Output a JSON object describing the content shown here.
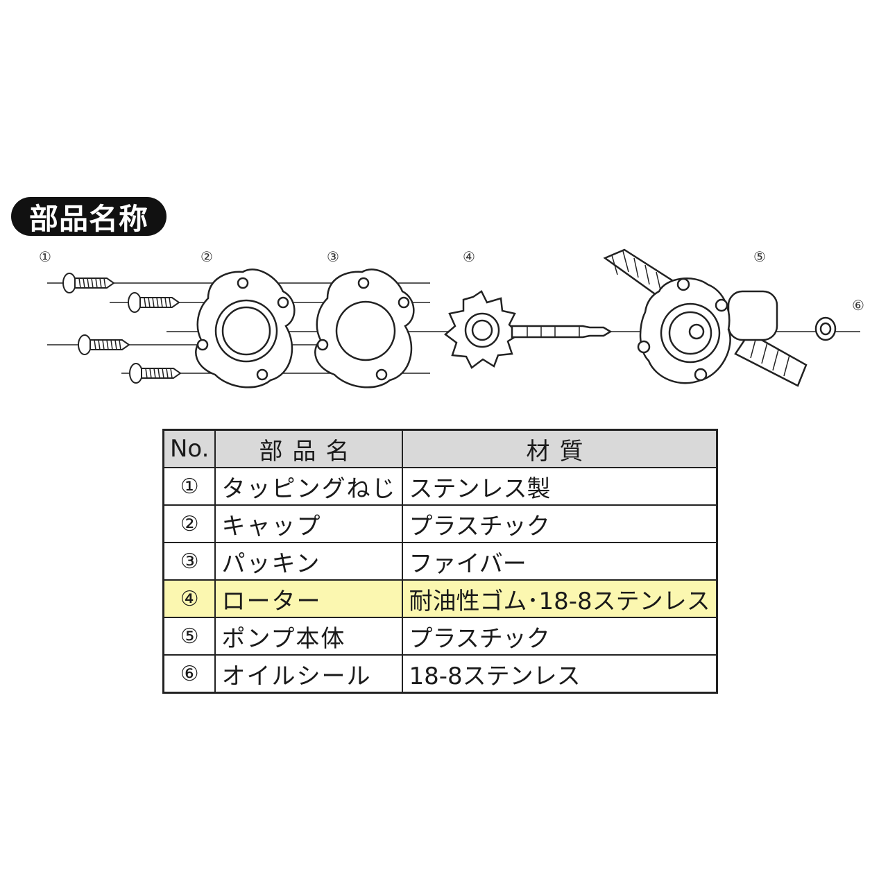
{
  "title": "部品名称",
  "diagram": {
    "part_numbers": [
      "①",
      "②",
      "③",
      "④",
      "⑤",
      "⑥"
    ]
  },
  "table": {
    "headers": [
      "No.",
      "部品名",
      "材質"
    ],
    "rows": [
      {
        "no": "①",
        "name": "タッピングねじ",
        "material": "ステンレス製"
      },
      {
        "no": "②",
        "name": "キャップ",
        "material": "プラスチック"
      },
      {
        "no": "③",
        "name": "パッキン",
        "material": "ファイバー"
      },
      {
        "no": "④",
        "name": "ローター",
        "material": "耐油性ゴム･18-8ステンレス",
        "highlight": true
      },
      {
        "no": "⑤",
        "name": "ポンプ本体",
        "material": "プラスチック"
      },
      {
        "no": "⑥",
        "name": "オイルシール",
        "material": "18-8ステンレス"
      }
    ]
  },
  "colors": {
    "header_bg": "#d9d9d9",
    "highlight_bg": "#fbf7b0",
    "badge_bg": "#111111"
  }
}
